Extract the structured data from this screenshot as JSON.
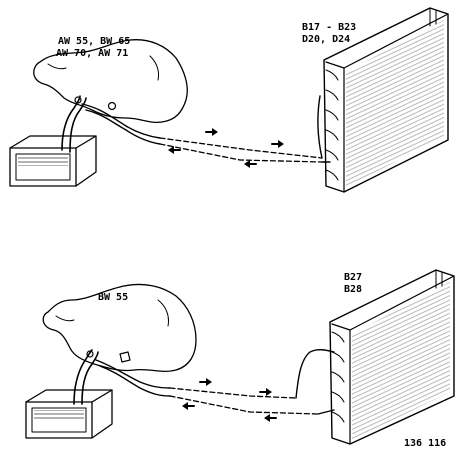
{
  "diagram_top": {
    "transmission_label_line1": "AW 55, BW 65",
    "transmission_label_line2": "AW 70, AW 71",
    "cooler_label_line1": "B17 - B23",
    "cooler_label_line2": "D20, D24"
  },
  "diagram_bottom": {
    "transmission_label": "BW 55",
    "cooler_label_line1": "B27",
    "cooler_label_line2": "B28"
  },
  "figure_number": "136 116"
}
